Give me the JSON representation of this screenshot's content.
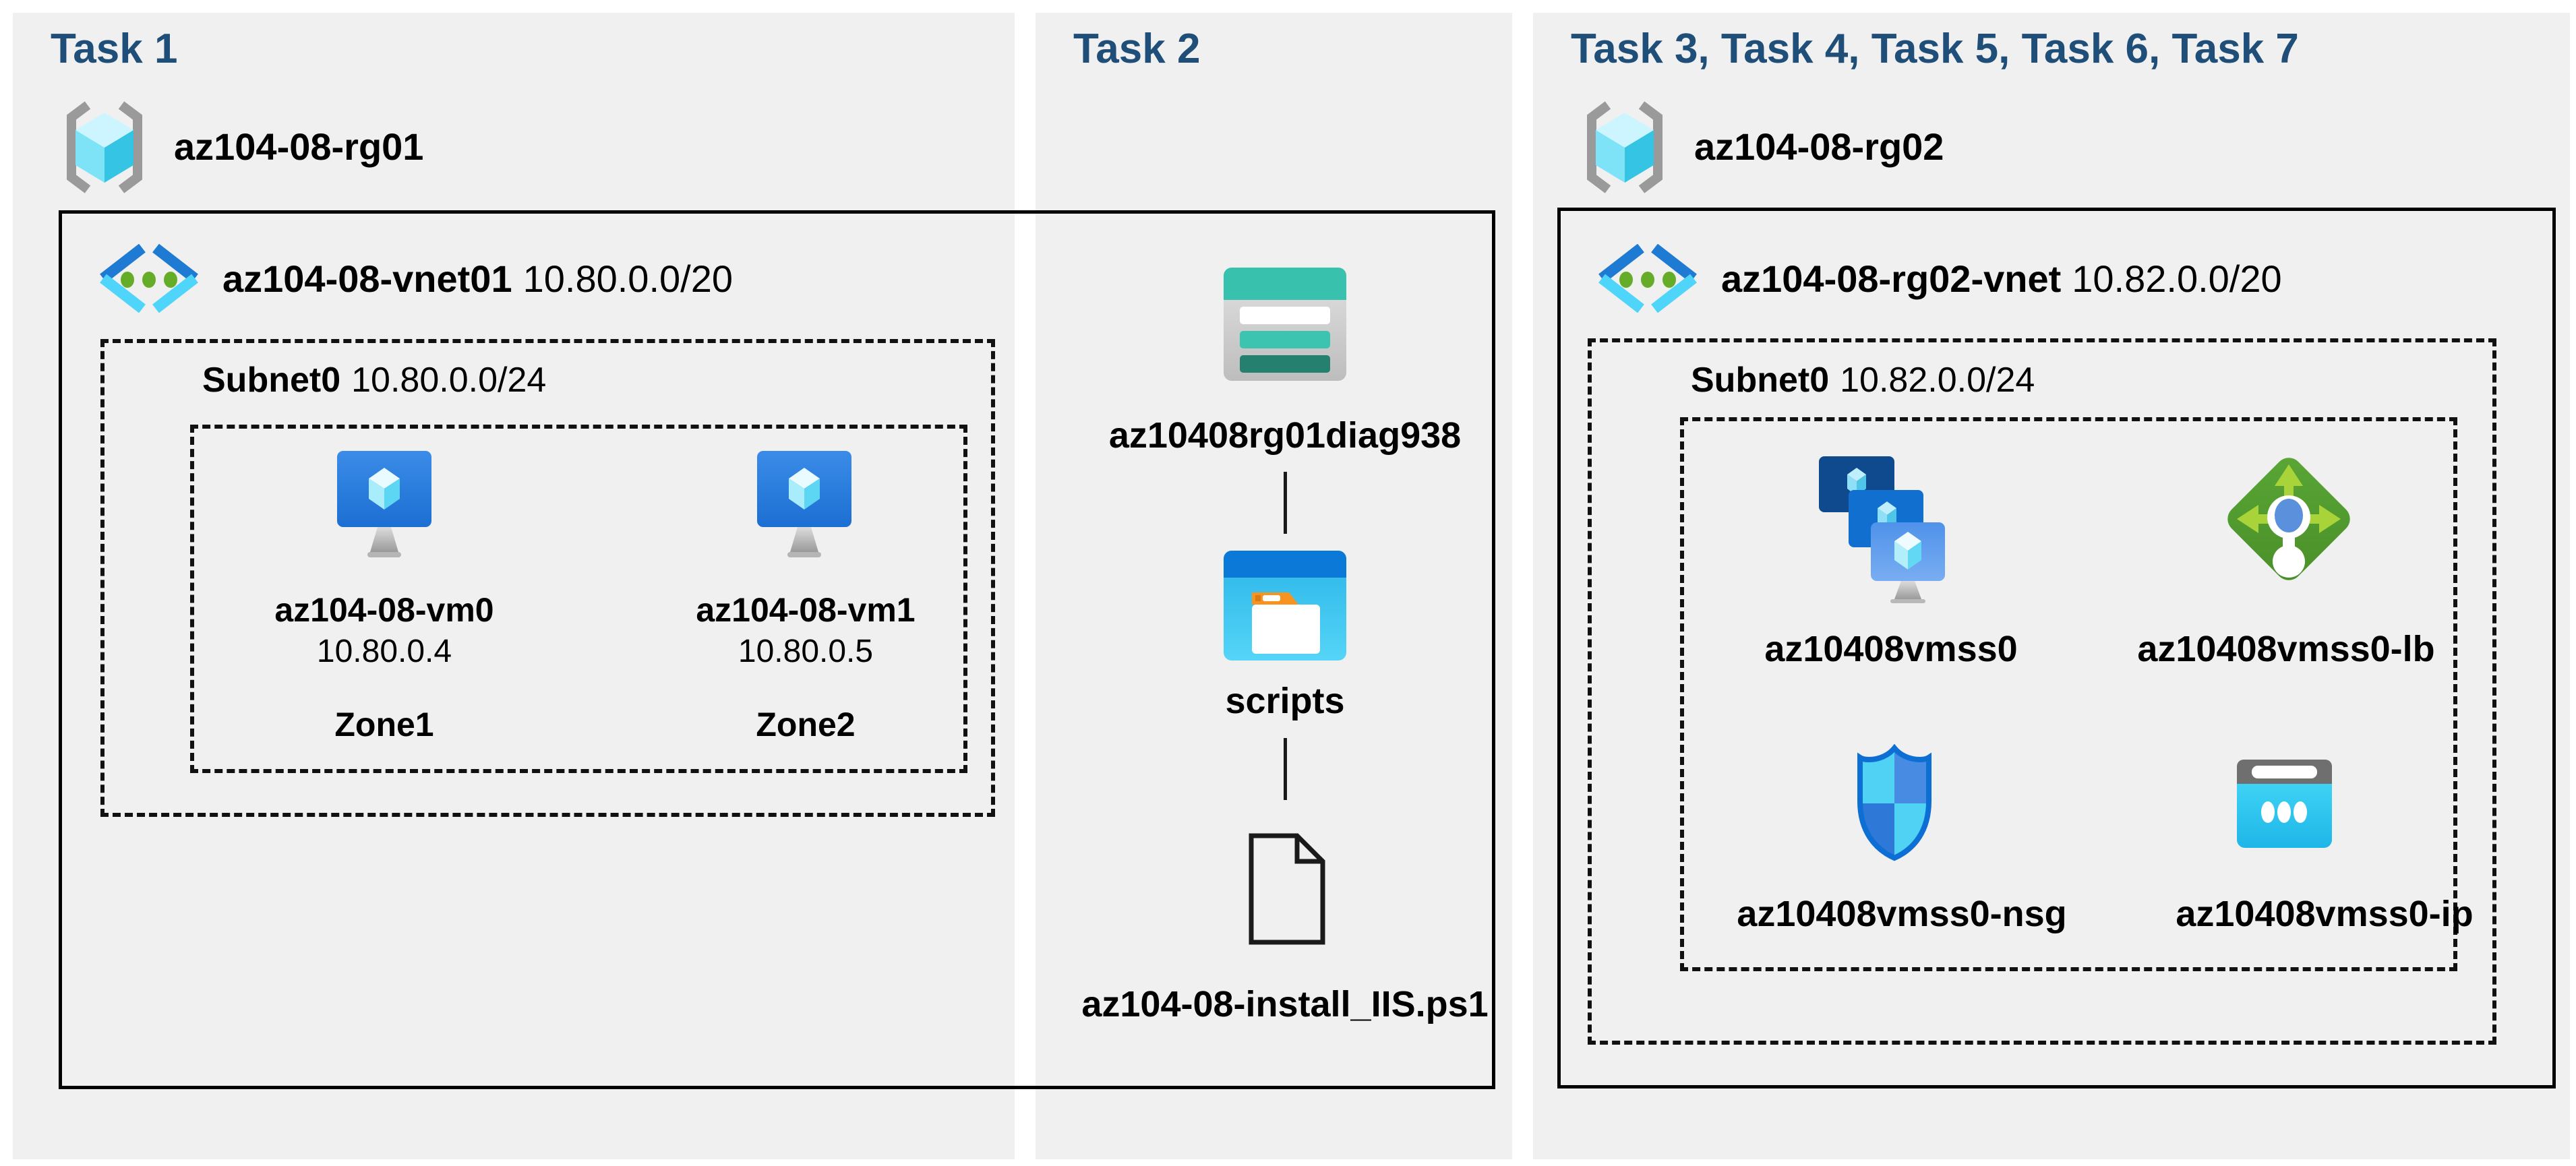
{
  "colors": {
    "page_bg": "#ffffff",
    "panel_bg": "#f0f0f0",
    "title_navy": "#1f4e79",
    "outline_black": "#000000",
    "azure_blue": "#1e7ad2",
    "light_cyan": "#4fd4fa",
    "dot_green": "#65ad28",
    "storage_teal": "#38c1ad",
    "folder_orange": "#f79420",
    "lb_green": "#52a02f",
    "shield_blue": "#0d6fd4",
    "public_ip_cyan": "#2fc5ef",
    "vm_blue": "#2c7fe0"
  },
  "icons": {
    "resource_group": "resource-group-icon",
    "virtual_network": "virtual-network-icon",
    "virtual_machine": "virtual-machine-icon",
    "storage_account": "storage-account-icon",
    "blob_container": "folder-icon",
    "script_file": "file-icon",
    "vm_scale_set": "vm-scale-set-icon",
    "load_balancer": "load-balancer-icon",
    "network_security_group": "nsg-shield-icon",
    "public_ip": "public-ip-icon"
  },
  "task1": {
    "title": "Task 1",
    "resource_group": "az104-08-rg01",
    "vnet_name": "az104-08-vnet01",
    "vnet_cidr": "10.80.0.0/20",
    "subnet_name": "Subnet0",
    "subnet_cidr": "10.80.0.0/24",
    "vms": [
      {
        "name": "az104-08-vm0",
        "ip": "10.80.0.4",
        "zone": "Zone1"
      },
      {
        "name": "az104-08-vm1",
        "ip": "10.80.0.5",
        "zone": "Zone2"
      }
    ]
  },
  "task2": {
    "title": "Task 2",
    "storage_account": "az10408rg01diag938",
    "container": "scripts",
    "script_file": "az104-08-install_IIS.ps1"
  },
  "task3to7": {
    "title": "Task 3, Task 4, Task 5, Task 6, Task 7",
    "resource_group": "az104-08-rg02",
    "vnet_name": "az104-08-rg02-vnet",
    "vnet_cidr": "10.82.0.0/20",
    "subnet_name": "Subnet0",
    "subnet_cidr": "10.82.0.0/24",
    "vmss": "az10408vmss0",
    "load_balancer": "az10408vmss0-lb",
    "nsg": "az10408vmss0-nsg",
    "public_ip": "az10408vmss0-ip"
  }
}
